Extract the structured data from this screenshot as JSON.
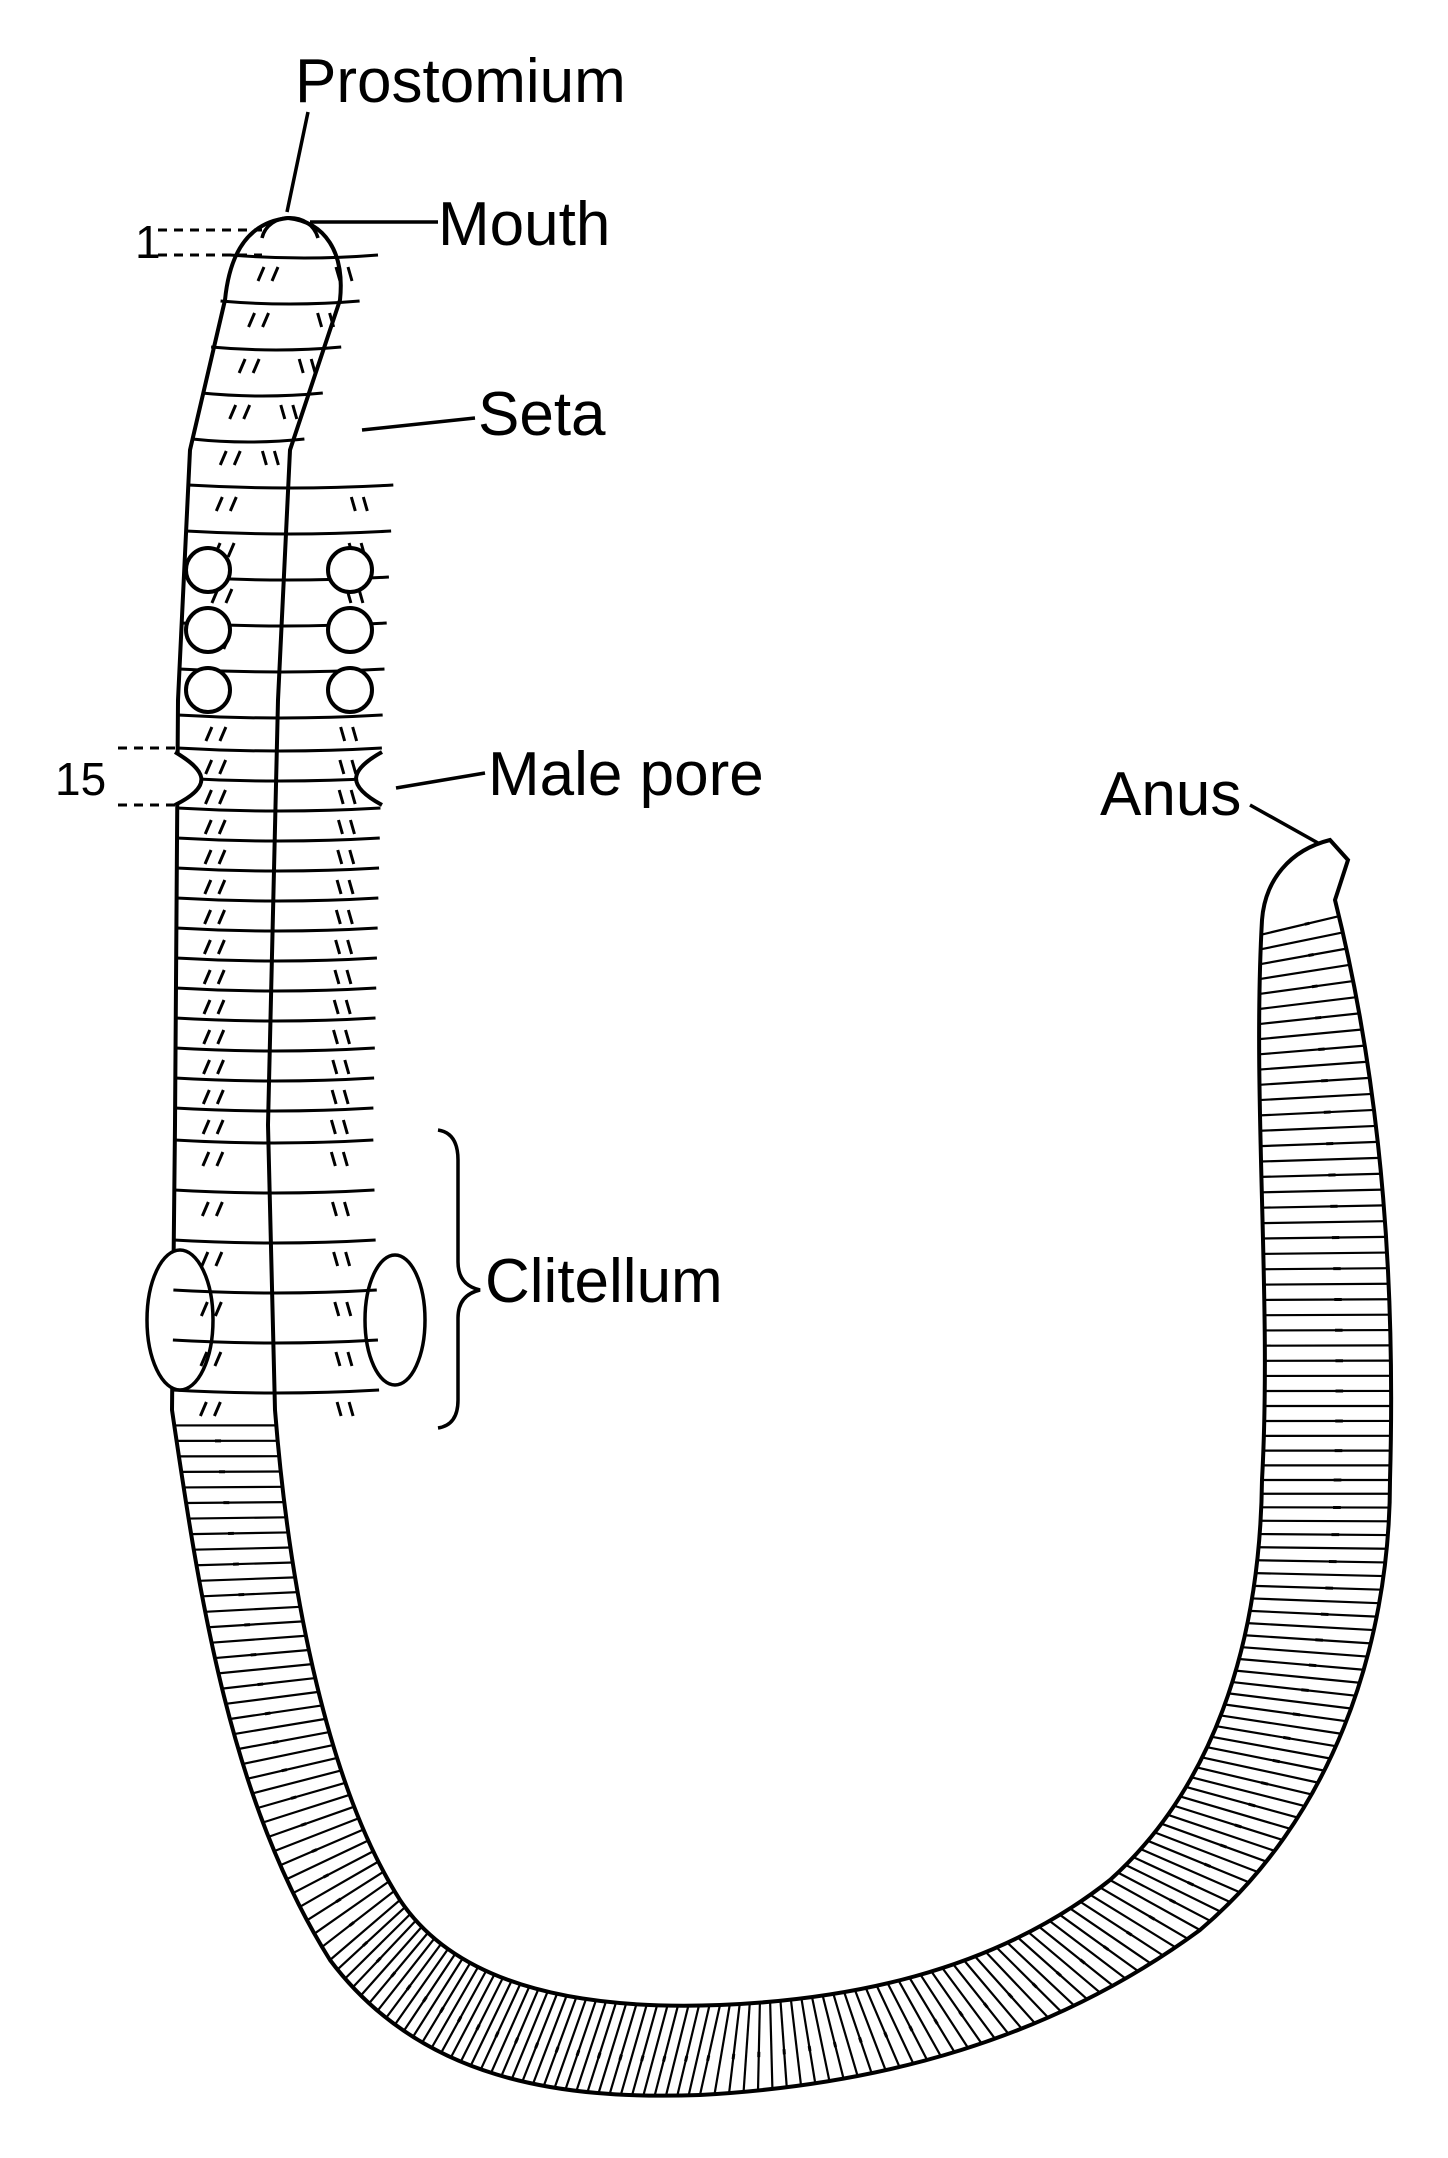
{
  "labels": {
    "prostomium": "Prostomium",
    "mouth": "Mouth",
    "seta": "Seta",
    "male_pore": "Male pore",
    "clitellum": "Clitellum",
    "anus": "Anus",
    "segment_1": "1",
    "segment_15": "15"
  },
  "worm": {
    "anterior_rings": 28,
    "posterior_rings": 185,
    "spermathecal_pore_pairs": 3
  },
  "colors": {
    "ink": "#000000",
    "paper": "#ffffff"
  }
}
